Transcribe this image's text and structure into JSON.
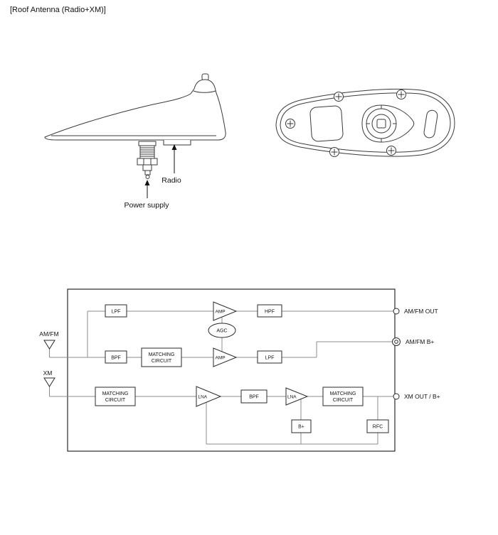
{
  "page": {
    "title": "[Roof Antenna (Radio+XM)]"
  },
  "illustration": {
    "radio_label": "Radio",
    "power_supply_label": "Power supply"
  },
  "diagram": {
    "inputs": {
      "amfm": "AM/FM",
      "xm": "XM"
    },
    "outputs": {
      "amfm_out": "AM/FM OUT",
      "amfm_b": "AM/FM B+",
      "xm_out": "XM OUT / B+"
    },
    "blocks": {
      "lpf1": "LPF",
      "amp1": "AMP",
      "hpf": "HPF",
      "agc": "AGC",
      "bpf1": "BPF",
      "matching1": {
        "line1": "MATCHING",
        "line2": "CIRCUIT"
      },
      "amp2": "AMP",
      "lpf2": "LPF",
      "matching2": {
        "line1": "MATCHING",
        "line2": "CIRCUIT"
      },
      "lna1": "LNA",
      "bpf2": "BPF",
      "lna2": "LNA",
      "matching3": {
        "line1": "MATCHING",
        "line2": "CIRCUIT"
      },
      "bplus": "B+",
      "rfc": "RFC"
    }
  }
}
